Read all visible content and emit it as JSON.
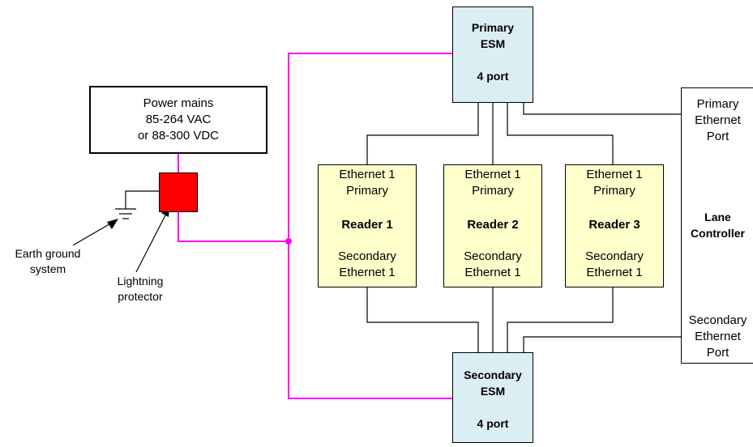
{
  "power_mains": {
    "line1": "Power mains",
    "line2": "85-264 VAC",
    "line3": "or 88-300 VDC"
  },
  "primary_esm": {
    "line1": "Primary",
    "line2": "ESM",
    "line3": "4 port"
  },
  "secondary_esm": {
    "line1": "Secondary",
    "line2": "ESM",
    "line3": "4 port"
  },
  "readers": [
    {
      "top1": "Ethernet 1",
      "top2": "Primary",
      "name": "Reader 1",
      "bot1": "Secondary",
      "bot2": "Ethernet 1"
    },
    {
      "top1": "Ethernet 1",
      "top2": "Primary",
      "name": "Reader 2",
      "bot1": "Secondary",
      "bot2": "Ethernet 1"
    },
    {
      "top1": "Ethernet 1",
      "top2": "Primary",
      "name": "Reader 3",
      "bot1": "Secondary",
      "bot2": "Ethernet 1"
    }
  ],
  "lane_controller": {
    "primary_port": {
      "line1": "Primary",
      "line2": "Ethernet",
      "line3": "Port"
    },
    "title": {
      "line1": "Lane",
      "line2": "Controller"
    },
    "secondary_port": {
      "line1": "Secondary",
      "line2": "Ethernet",
      "line3": "Port"
    }
  },
  "earth_ground": {
    "line1": "Earth ground",
    "line2": "system"
  },
  "lightning_protector": {
    "line1": "Lightning",
    "line2": "protector"
  },
  "colors": {
    "power_line": "#ff00ff",
    "esm_fill": "#dbeef3",
    "reader_fill": "#ffffcc",
    "protector_fill": "#ff0000"
  }
}
